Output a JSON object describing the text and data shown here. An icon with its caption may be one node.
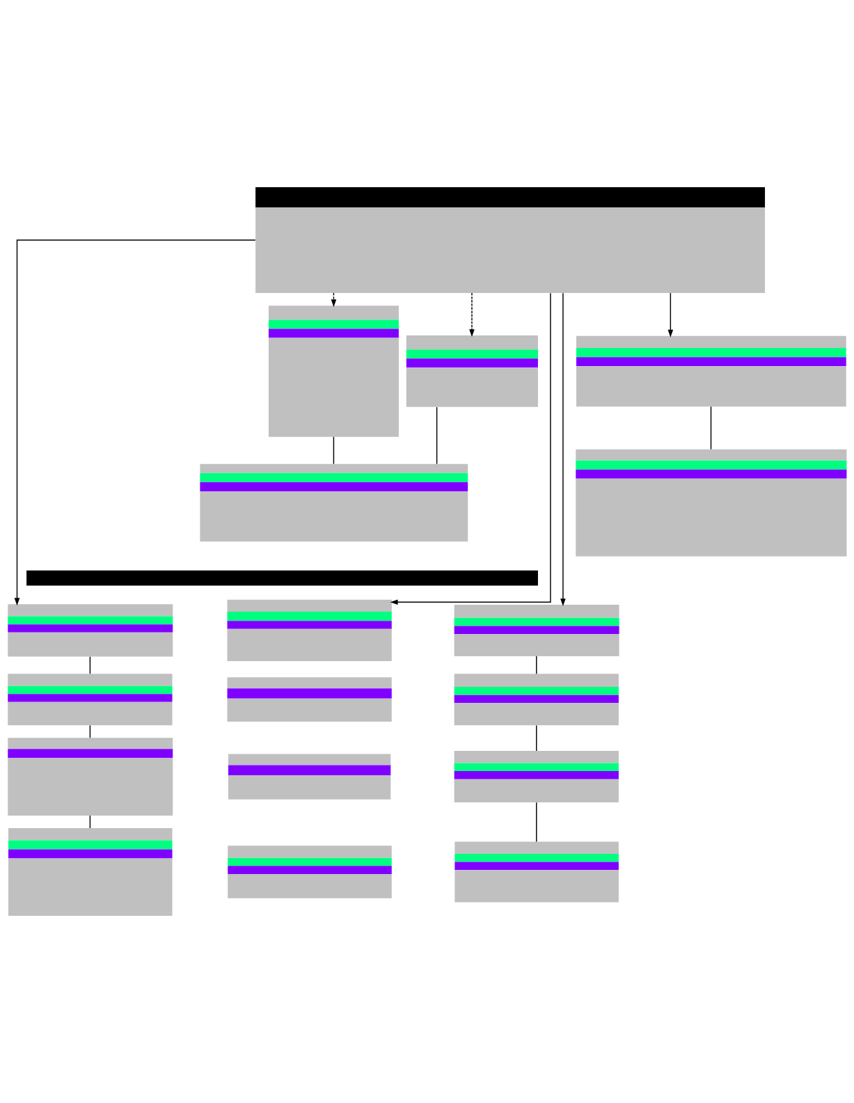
{
  "diagram": {
    "nodes": [
      {
        "text": [],
        "shape": "box"
      },
      {
        "text": [],
        "shape": "box"
      },
      {
        "text": [],
        "shape": "box"
      },
      {
        "text": [],
        "shape": "box"
      },
      {
        "text": [],
        "shape": "box"
      },
      {
        "text": [],
        "shape": "box"
      },
      {
        "text": [],
        "shape": "bar"
      },
      {
        "text": [],
        "shape": "box"
      },
      {
        "text": [],
        "shape": "box"
      },
      {
        "text": [],
        "shape": "box"
      },
      {
        "text": [],
        "shape": "box"
      },
      {
        "text": [],
        "shape": "box"
      },
      {
        "text": [],
        "shape": "box"
      },
      {
        "text": [],
        "shape": "box"
      },
      {
        "text": [],
        "shape": "box"
      },
      {
        "text": [],
        "shape": "box"
      },
      {
        "text": [],
        "shape": "box"
      },
      {
        "text": [],
        "shape": "box"
      },
      {
        "text": [],
        "shape": "box"
      }
    ],
    "edges": [
      {
        "from": 0,
        "to": 1,
        "arrow": "to",
        "style": "dashed"
      },
      {
        "from": 0,
        "to": 2,
        "arrow": "to",
        "style": "dashed"
      },
      {
        "from": 0,
        "to": 3,
        "arrow": "to"
      },
      {
        "from": 3,
        "to": 4,
        "arrow": "none"
      },
      {
        "from": 1,
        "to": 5,
        "arrow": "none"
      },
      {
        "from": 2,
        "to": 5,
        "arrow": "none"
      },
      {
        "from": 0,
        "to": 7,
        "arrow": "to"
      },
      {
        "from": 0,
        "to": 11,
        "arrow": "to"
      },
      {
        "from": 0,
        "to": 15,
        "arrow": "to"
      },
      {
        "from": 7,
        "to": 8,
        "arrow": "none"
      },
      {
        "from": 8,
        "to": 9,
        "arrow": "none"
      },
      {
        "from": 9,
        "to": 10,
        "arrow": "none"
      },
      {
        "from": 15,
        "to": 16,
        "arrow": "none"
      },
      {
        "from": 16,
        "to": 17,
        "arrow": "none"
      },
      {
        "from": 17,
        "to": 18,
        "arrow": "none"
      }
    ]
  }
}
